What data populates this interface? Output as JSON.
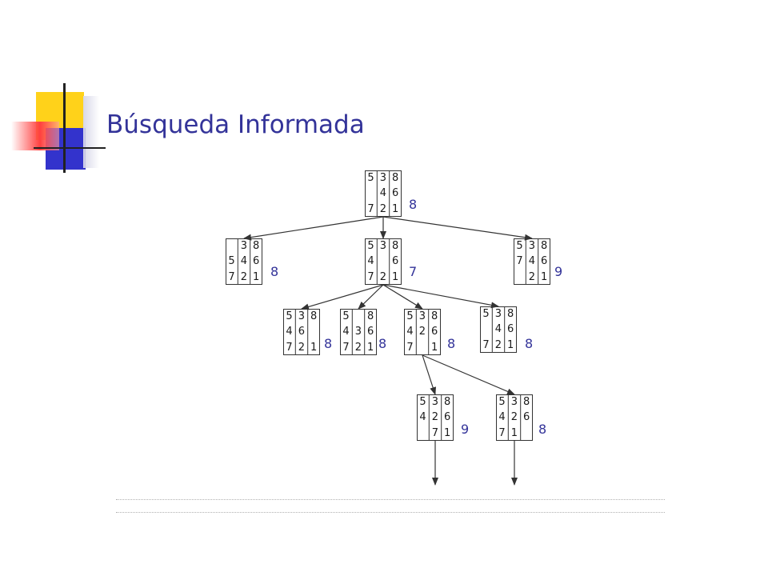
{
  "slide": {
    "title": "Búsqueda Informada",
    "colors": {
      "title": "#333399",
      "logo_yellow": "#ffd21a",
      "logo_red": "#ff4040",
      "logo_blue": "#3333cc",
      "lines": "#333333"
    }
  },
  "tree": {
    "nodes": [
      {
        "id": "root",
        "board": [
          "5",
          "3",
          "8",
          "",
          "4",
          "6",
          "7",
          "2",
          "1"
        ],
        "h": "8"
      },
      {
        "id": "l1-left",
        "board": [
          "",
          "3",
          "8",
          "5",
          "4",
          "6",
          "7",
          "2",
          "1"
        ],
        "h": "8"
      },
      {
        "id": "l1-mid",
        "board": [
          "5",
          "3",
          "8",
          "4",
          "",
          "6",
          "7",
          "2",
          "1"
        ],
        "h": "7"
      },
      {
        "id": "l1-right",
        "board": [
          "5",
          "3",
          "8",
          "7",
          "4",
          "6",
          "",
          "2",
          "1"
        ],
        "h": "9"
      },
      {
        "id": "l2-a",
        "board": [
          "5",
          "3",
          "8",
          "4",
          "6",
          "",
          "7",
          "2",
          "1"
        ],
        "h": "8"
      },
      {
        "id": "l2-b",
        "board": [
          "5",
          "",
          "8",
          "4",
          "3",
          "6",
          "7",
          "2",
          "1"
        ],
        "h": "8"
      },
      {
        "id": "l2-c",
        "board": [
          "5",
          "3",
          "8",
          "4",
          "2",
          "6",
          "7",
          "",
          "1"
        ],
        "h": "8"
      },
      {
        "id": "l2-d",
        "board": [
          "5",
          "3",
          "8",
          "",
          "4",
          "6",
          "7",
          "2",
          "1"
        ],
        "h": "8"
      },
      {
        "id": "l3-a",
        "board": [
          "5",
          "3",
          "8",
          "4",
          "2",
          "6",
          "",
          "7",
          "1"
        ],
        "h": "9"
      },
      {
        "id": "l3-b",
        "board": [
          "5",
          "3",
          "8",
          "4",
          "2",
          "6",
          "7",
          "1",
          ""
        ],
        "h": "8"
      }
    ],
    "edges": [
      [
        "root",
        "l1-left"
      ],
      [
        "root",
        "l1-mid"
      ],
      [
        "root",
        "l1-right"
      ],
      [
        "l1-mid",
        "l2-a"
      ],
      [
        "l1-mid",
        "l2-b"
      ],
      [
        "l1-mid",
        "l2-c"
      ],
      [
        "l1-mid",
        "l2-d"
      ],
      [
        "l2-c",
        "l3-a"
      ],
      [
        "l2-c",
        "l3-b"
      ]
    ]
  }
}
